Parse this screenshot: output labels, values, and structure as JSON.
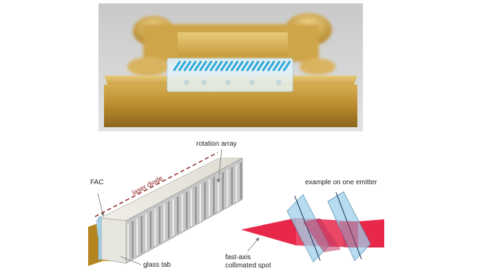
{
  "labels": {
    "rotation_array": "rotation array",
    "laser_diode": "laser diode",
    "fac": "FAC",
    "glass_tab": "glass tab",
    "fast_axis_line1": "fast-axis",
    "fast_axis_line2": "collimated spot",
    "example": "example on one emitter"
  },
  "colors": {
    "brass": "#c59a36",
    "glass": "#9fd0ea",
    "beam": "#e8284a",
    "leader_red": "#8b1d1d",
    "emitter_blue": "#2aa7d8"
  }
}
